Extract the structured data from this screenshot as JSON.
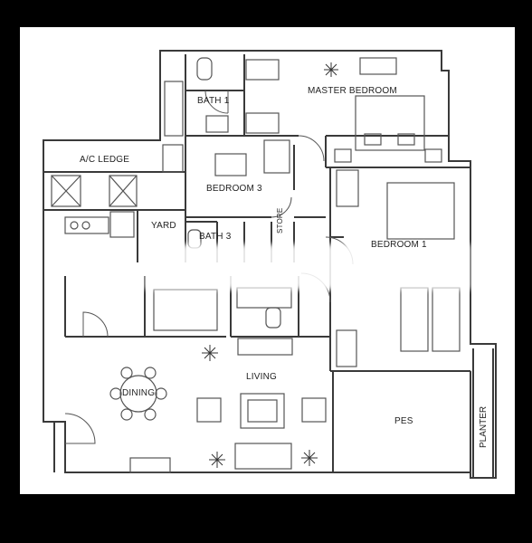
{
  "rooms": {
    "bath_1": "BATH 1",
    "master_bedroom": "MASTER BEDROOM",
    "ac_ledge": "A/C LEDGE",
    "bedroom_3": "BEDROOM 3",
    "yard": "YARD",
    "bath_3": "BATH 3",
    "store": "STORE",
    "bedroom_1": "BEDROOM 1",
    "dining": "DINING",
    "living": "LIVING",
    "pes": "PES",
    "planter": "PLANTER"
  },
  "colors": {
    "background": "#000000",
    "sheet": "#ffffff",
    "wall": "#3a3a3a",
    "fixture": "#555555"
  }
}
